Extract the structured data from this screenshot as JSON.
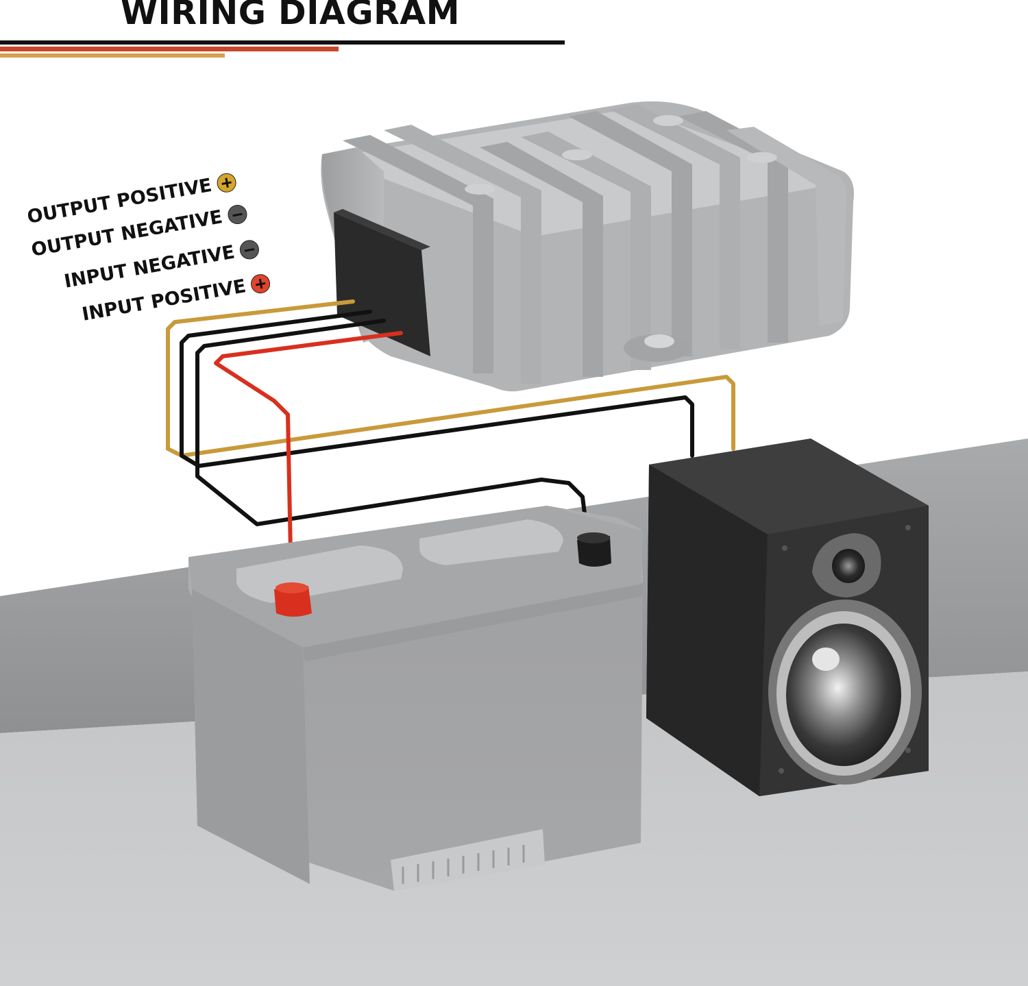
{
  "header": {
    "title": "WIRING DIAGRAM",
    "accent_colors": {
      "black": "#111111",
      "red": "#c8462c",
      "gold": "#d7a04a"
    }
  },
  "legend": {
    "items": [
      {
        "label": "OUTPUT POSITIVE",
        "polarity": "plus-icon",
        "color": "#d4a62a"
      },
      {
        "label": "OUTPUT NEGATIVE",
        "polarity": "minus-icon",
        "color": "#555555"
      },
      {
        "label": "INPUT NEGATIVE",
        "polarity": "minus-icon",
        "color": "#555555"
      },
      {
        "label": "INPUT POSITIVE",
        "polarity": "plus-icon",
        "color": "#e0442c"
      }
    ]
  },
  "wire_colors": {
    "output_positive": "#c89a3a",
    "output_negative": "#111111",
    "input_negative": "#111111",
    "input_positive": "#d8301e"
  },
  "components": {
    "converter": "converter-icon",
    "battery": "battery-icon",
    "speaker": "speaker-icon"
  }
}
